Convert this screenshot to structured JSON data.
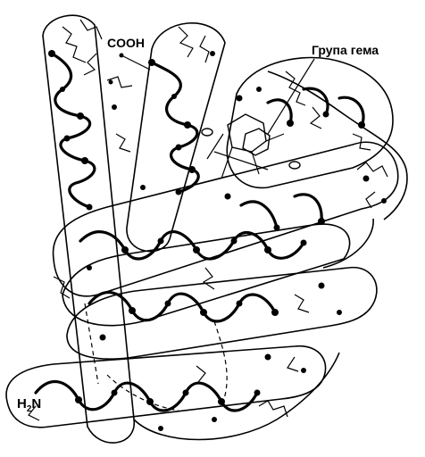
{
  "labels": {
    "cooh": "COOH",
    "heme_group": "Група гема",
    "nh2_prefix": "H",
    "nh2_sub": "2",
    "nh2_suffix": "N"
  }
}
